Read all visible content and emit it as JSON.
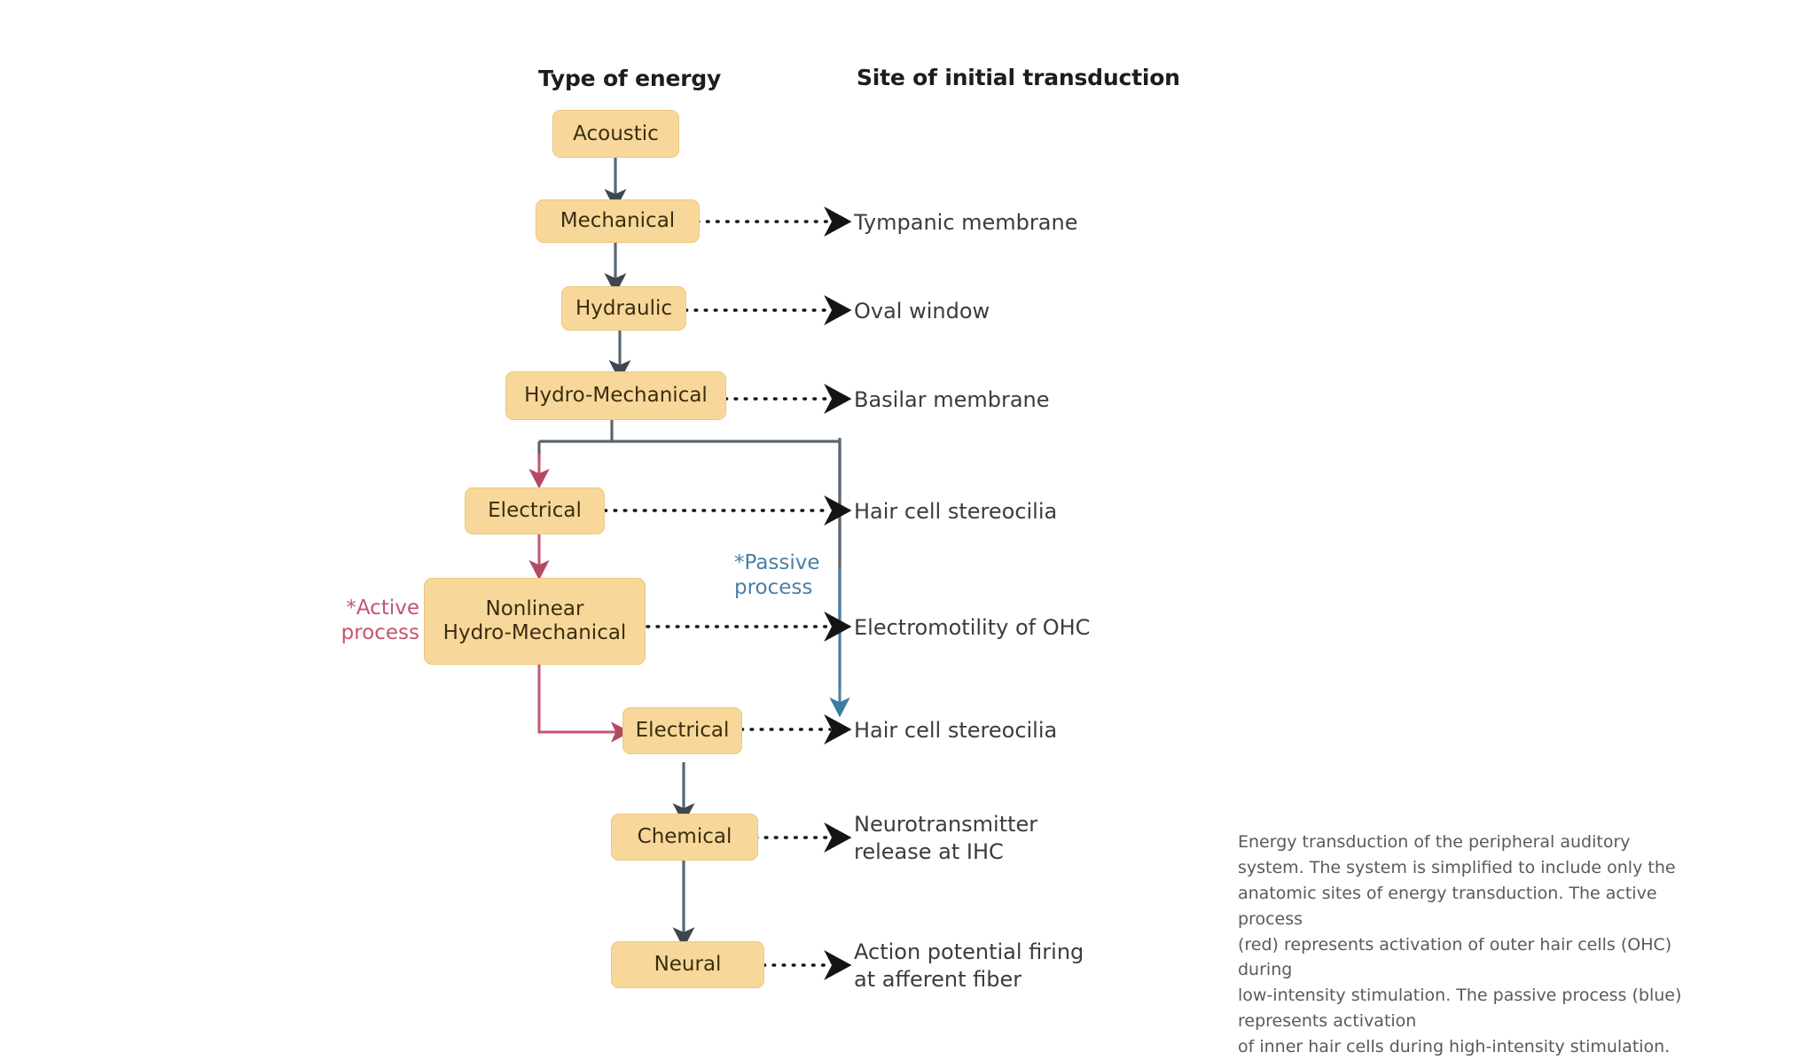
{
  "headers": {
    "left": "Type of energy",
    "right": "Site of initial transduction"
  },
  "colors": {
    "node_fill": "#f7d89a",
    "node_border": "#edc77f",
    "node_text": "#3a2d10",
    "flow_gray": "#5b6670",
    "active_red": "#c4566e",
    "passive_blue": "#4a7fa5",
    "label_text": "#3c3c3b",
    "caption_text": "#5a5a5c",
    "background": "#ffffff"
  },
  "nodes": [
    {
      "id": "acoustic",
      "label": "Acoustic"
    },
    {
      "id": "mechanical",
      "label": "Mechanical"
    },
    {
      "id": "hydraulic",
      "label": "Hydraulic"
    },
    {
      "id": "hydromech",
      "label": "Hydro-Mechanical"
    },
    {
      "id": "electrical1",
      "label": "Electrical"
    },
    {
      "id": "nonlinear",
      "label": "Nonlinear\nHydro-Mechanical"
    },
    {
      "id": "electrical2",
      "label": "Electrical"
    },
    {
      "id": "chemical",
      "label": "Chemical"
    },
    {
      "id": "neural",
      "label": "Neural"
    }
  ],
  "sites": [
    {
      "for": "mechanical",
      "label": "Tympanic membrane"
    },
    {
      "for": "hydraulic",
      "label": "Oval window"
    },
    {
      "for": "hydromech",
      "label": "Basilar membrane"
    },
    {
      "for": "electrical1",
      "label": "Hair cell stereocilia"
    },
    {
      "for": "nonlinear",
      "label": "Electromotility of OHC"
    },
    {
      "for": "electrical2",
      "label": "Hair cell stereocilia"
    },
    {
      "for": "chemical",
      "label": "Neurotransmitter\nrelease at IHC"
    },
    {
      "for": "neural",
      "label": "Action potential firing\nat afferent fiber"
    }
  ],
  "annotations": {
    "active": "*Active\nprocess",
    "passive": "*Passive\nprocess"
  },
  "caption": "Energy transduction of the peripheral auditory\nsystem. The system is simplified to include only the\nanatomic sites of energy transduction. The active process\n(red) represents activation of outer hair cells (OHC) during\nlow-intensity stimulation. The passive process (blue)\nrepresents activation\nof inner hair cells during high-intensity stimulation."
}
